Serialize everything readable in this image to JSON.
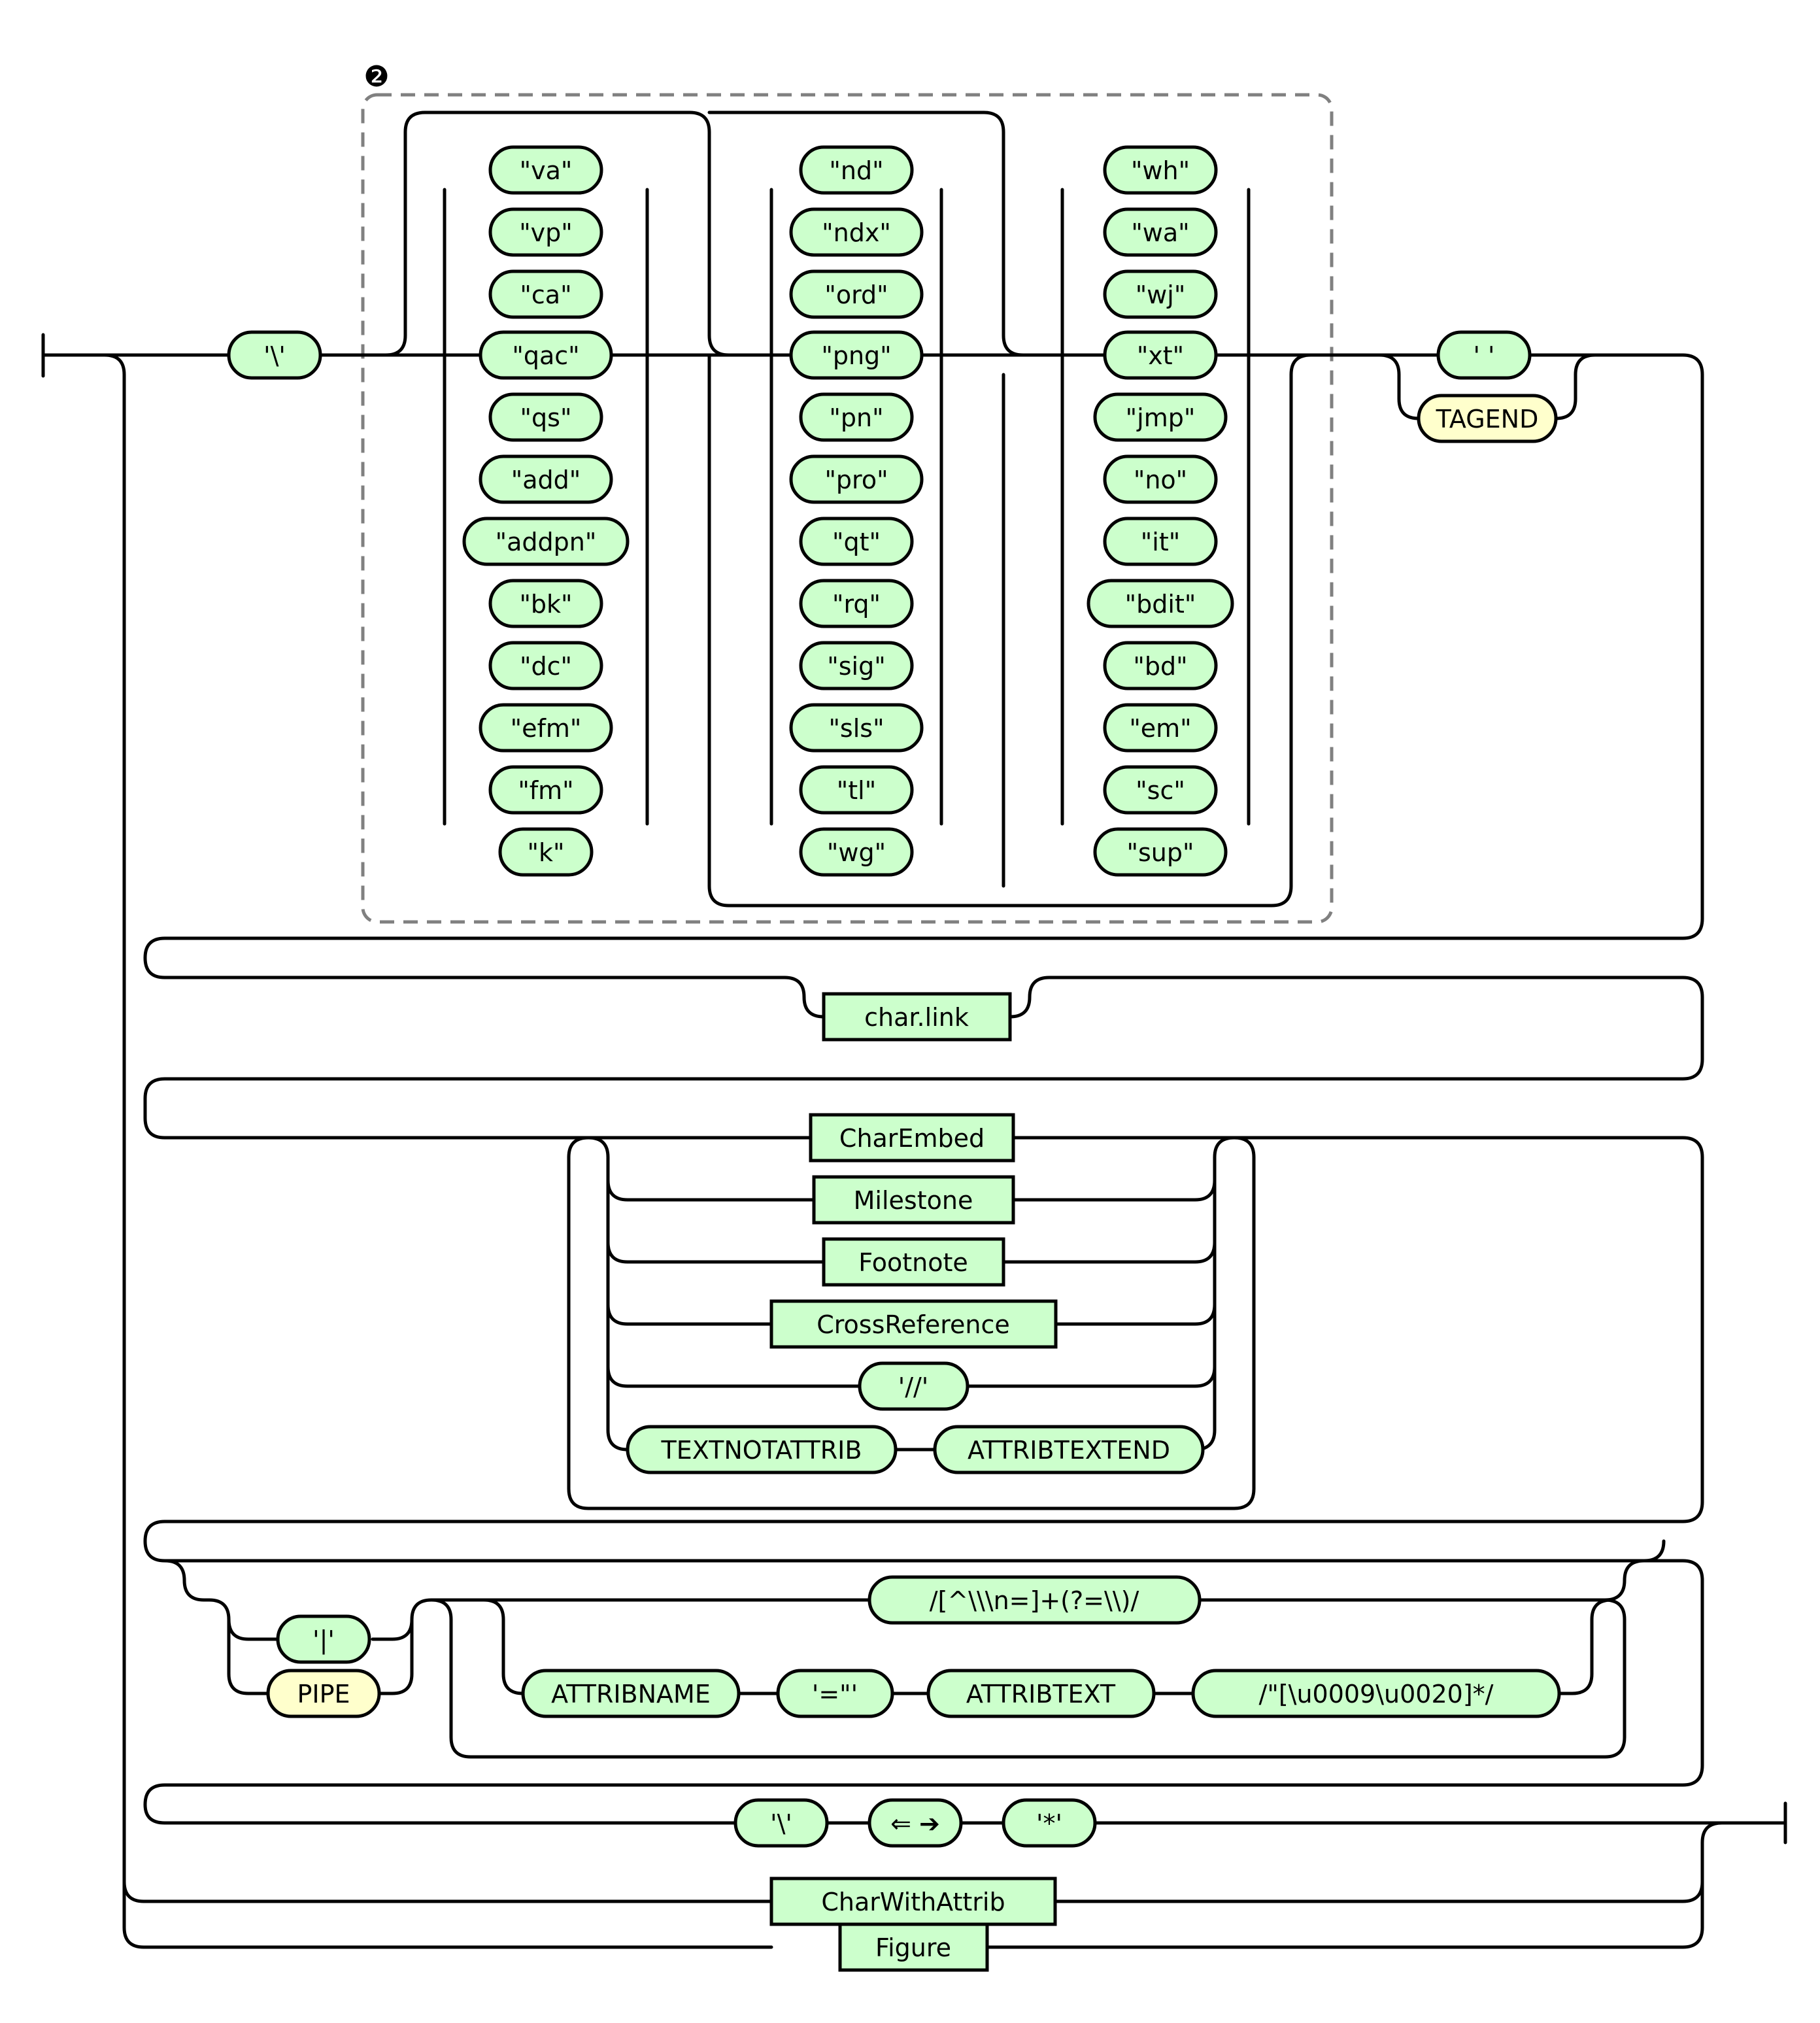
{
  "colors": {
    "terminal": "#ccffcc",
    "special": "#ffffcc",
    "wire": "#000000",
    "group_border": "#808080"
  },
  "group_marker": "❷",
  "start": {
    "backslash": "'\\'",
    "column1": [
      "\"va\"",
      "\"vp\"",
      "\"ca\"",
      "\"qac\"",
      "\"qs\"",
      "\"add\"",
      "\"addpn\"",
      "\"bk\"",
      "\"dc\"",
      "\"efm\"",
      "\"fm\"",
      "\"k\""
    ],
    "column2": [
      "\"nd\"",
      "\"ndx\"",
      "\"ord\"",
      "\"png\"",
      "\"pn\"",
      "\"pro\"",
      "\"qt\"",
      "\"rq\"",
      "\"sig\"",
      "\"sls\"",
      "\"tl\"",
      "\"wg\""
    ],
    "column3": [
      "\"wh\"",
      "\"wa\"",
      "\"wj\"",
      "\"xt\"",
      "\"jmp\"",
      "\"no\"",
      "\"it\"",
      "\"bdit\"",
      "\"bd\"",
      "\"em\"",
      "\"sc\"",
      "\"sup\""
    ],
    "space": "' '",
    "tagend": "TAGEND"
  },
  "link": {
    "char_link": "char.link"
  },
  "content": {
    "items": [
      "CharEmbed",
      "Milestone",
      "Footnote",
      "CrossReference",
      "'//'"
    ],
    "textnotattrib": "TEXTNOTATTRIB",
    "attribtextend": "ATTRIBTEXTEND"
  },
  "attributes": {
    "pipe_literal": "'|'",
    "pipe": "PIPE",
    "regex_default": "/[^\\\\\\n=]+(?=\\\\)/",
    "attribname": "ATTRIBNAME",
    "equals_quote": "'=\"'",
    "attribtext": "ATTRIBTEXT",
    "regex_quote": "/\"[\\u0009\\u0020]*/"
  },
  "closing": {
    "backslash": "'\\'",
    "arrows": "⇐ ➔",
    "star": "'*'"
  },
  "alternatives": {
    "char_with_attrib": "CharWithAttrib",
    "figure": "Figure"
  }
}
